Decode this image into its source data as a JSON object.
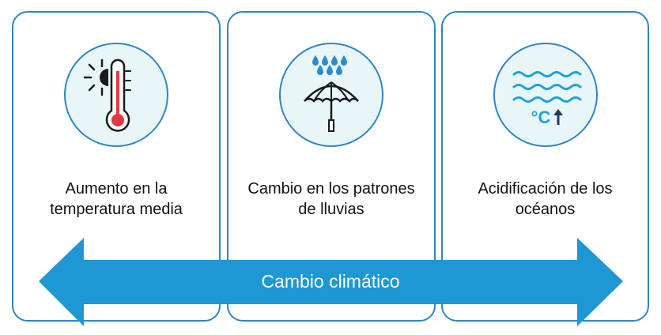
{
  "colors": {
    "card_border": "#2f85c6",
    "icon_background": "#e8f6f8",
    "arrow_fill": "#1f97d4",
    "thermometer_red": "#e0393e",
    "dark_icon": "#1a1a1a",
    "ocean_blue": "#1fa2d6",
    "ocean_dark": "#1b3a63"
  },
  "cards": [
    {
      "icon": "thermometer-sun-icon",
      "label": "Aumento en la\ntemperatura media"
    },
    {
      "icon": "umbrella-rain-icon",
      "label": "Cambio en los patrones\nde lluvias"
    },
    {
      "icon": "ocean-waves-temperature-icon",
      "label": "Acidificación de los\nocéanos",
      "icon_text": "°C"
    }
  ],
  "arrow": {
    "label": "Cambio climático"
  }
}
